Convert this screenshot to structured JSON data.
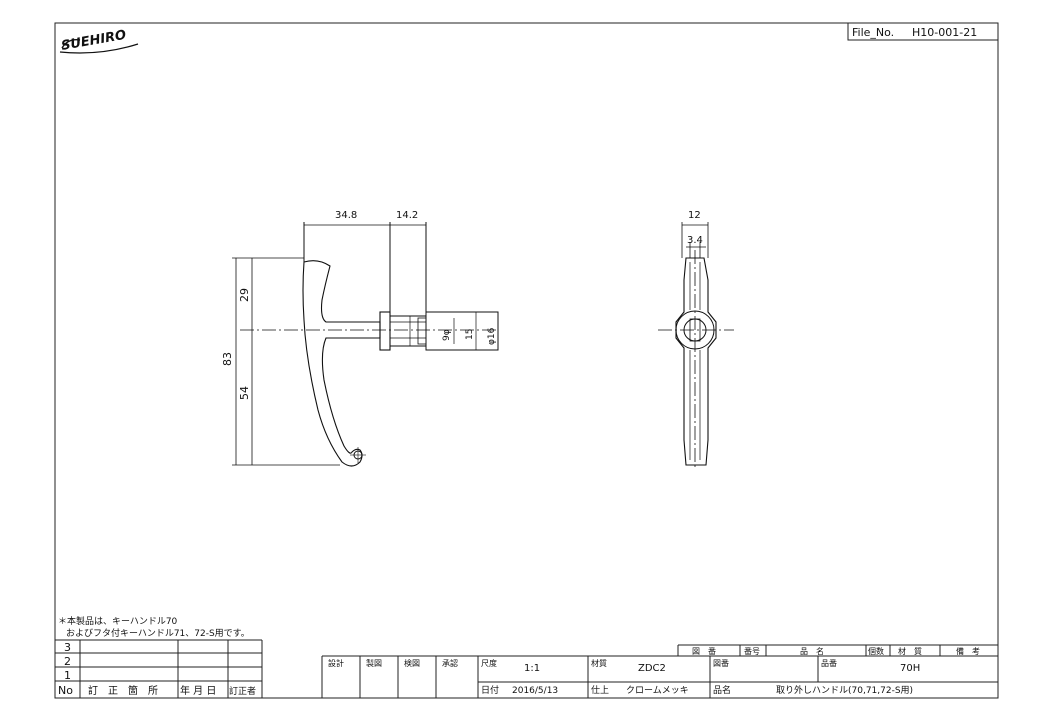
{
  "header": {
    "logo_text": "SUEHIRO",
    "file_label": "File_No.",
    "file_number": "H10-001-21"
  },
  "drawing": {
    "side_view": {
      "dim_top_left": "34.8",
      "dim_top_right": "14.2",
      "dim_height_total": "83",
      "dim_height_upper": "29",
      "dim_height_lower": "54",
      "dim_bore": "9φ",
      "dim_shaft": "15",
      "dim_flange": "φ16"
    },
    "front_view": {
      "dim_width": "12",
      "dim_inner": "3.4"
    }
  },
  "notes": {
    "line1": "＊本製品は、キーハンドル70",
    "line2": "およびフタ付キーハンドル71、72-S用です。"
  },
  "revision_table": {
    "rows": [
      "3",
      "2",
      "1"
    ],
    "headers": {
      "no": "No",
      "location": "訂　正　箇　所",
      "date": "年 月 日",
      "corrector": "訂正者"
    }
  },
  "title_block": {
    "hdr_drawing_no": "図　番",
    "hdr_number": "番号",
    "hdr_name": "品　名",
    "hdr_qty": "個数",
    "hdr_material": "材　質",
    "hdr_remarks": "備　考",
    "design": "設計",
    "drafted": "製図",
    "checked": "検図",
    "approved": "承認",
    "scale_label": "尺度",
    "scale_value": "1:1",
    "material_label": "材質",
    "material_value": "ZDC2",
    "drawing_no_label": "図番",
    "part_no_label": "品番",
    "part_no_value": "70H",
    "date_label": "日付",
    "date_value": "2016/5/13",
    "finish_label": "仕上",
    "finish_value": "クロームメッキ",
    "name_label": "品名",
    "name_value": "取り外しハンドル(70,71,72-S用)"
  }
}
